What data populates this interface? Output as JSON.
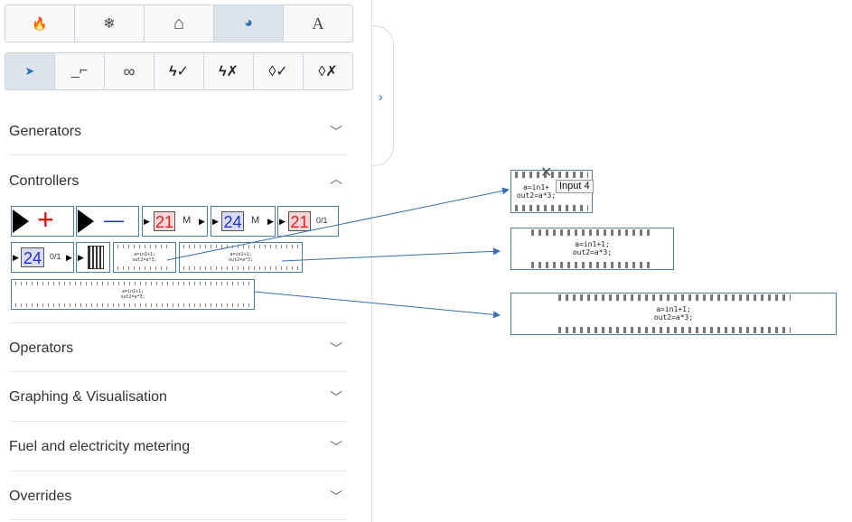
{
  "category_tabs": [
    {
      "icon": "flame-icon",
      "glyph": "🔥"
    },
    {
      "icon": "snowflake-icon",
      "glyph": "❄"
    },
    {
      "icon": "home-icon",
      "glyph": "⌂"
    },
    {
      "icon": "dashboard-icon",
      "glyph": "◕"
    },
    {
      "icon": "text-icon",
      "glyph": "A"
    }
  ],
  "tools": [
    {
      "icon": "pointer-icon",
      "glyph": "➤"
    },
    {
      "icon": "step-line-icon",
      "glyph": "_⌐"
    },
    {
      "icon": "link-icon",
      "glyph": "∞"
    },
    {
      "icon": "electricity-check-icon",
      "glyph": "ϟ✓"
    },
    {
      "icon": "electricity-cross-icon",
      "glyph": "ϟ✗"
    },
    {
      "icon": "water-check-icon",
      "glyph": "◊✓"
    },
    {
      "icon": "water-cross-icon",
      "glyph": "◊✗"
    }
  ],
  "sections": [
    {
      "label": "Generators",
      "state": "collapsed"
    },
    {
      "label": "Controllers",
      "state": "expanded"
    },
    {
      "label": "Operators",
      "state": "collapsed"
    },
    {
      "label": "Graphing & Visualisation",
      "state": "collapsed"
    },
    {
      "label": "Fuel and electricity metering",
      "state": "collapsed"
    },
    {
      "label": "Overrides",
      "state": "collapsed"
    }
  ],
  "palette": {
    "plus": "+",
    "minus": "—",
    "val21": "21",
    "val24": "24",
    "mode_m": "M",
    "mode_01": "0/1",
    "code_lines": "a=in1+1;\nout2=a*3;",
    "code_lines_small": "a=in1+1;\nout2=a*3;"
  },
  "canvas": {
    "toggle": "›",
    "tooltip": "Input 4",
    "block_code": "a=in1+1;\nout2=a*3;",
    "block_code_small": "a=in1+\nout2=a*3;"
  },
  "colors": {
    "accent": "#3a6fb0",
    "red_value": "#e02020",
    "blue_value": "#2030d0"
  }
}
